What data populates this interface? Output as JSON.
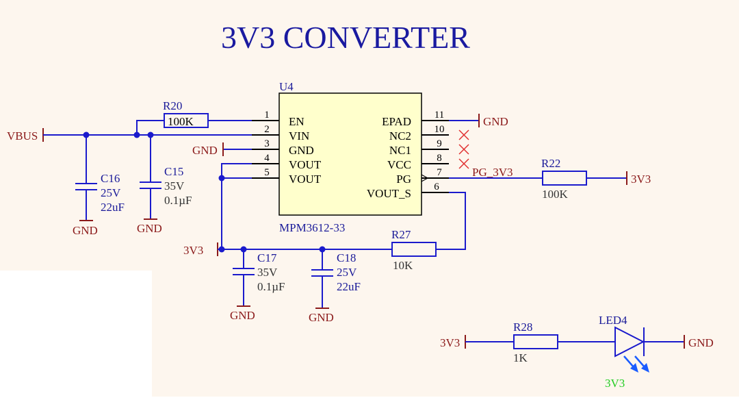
{
  "title": "3V3 CONVERTER",
  "colors": {
    "background": "#fdf6ee",
    "wire": "#1a1acc",
    "power_label": "#8b1a1a",
    "designator": "#1a1a99",
    "ic_fill": "#ffffcc",
    "no_connect": "#e03030",
    "led_text": "#22cc22"
  },
  "ic": {
    "designator": "U4",
    "part": "MPM3612-33",
    "left_pins": [
      {
        "num": "1",
        "name": "EN"
      },
      {
        "num": "2",
        "name": "VIN"
      },
      {
        "num": "3",
        "name": "GND"
      },
      {
        "num": "4",
        "name": "VOUT"
      },
      {
        "num": "5",
        "name": "VOUT"
      }
    ],
    "right_pins": [
      {
        "num": "11",
        "name": "EPAD"
      },
      {
        "num": "10",
        "name": "NC2"
      },
      {
        "num": "9",
        "name": "NC1"
      },
      {
        "num": "8",
        "name": "VCC"
      },
      {
        "num": "7",
        "name": "PG"
      },
      {
        "num": "6",
        "name": "VOUT_S"
      }
    ]
  },
  "nets": {
    "vbus": "VBUS",
    "gnd": "GND",
    "v3v3": "3V3",
    "pg_net": "PG_3V3",
    "led_net": "3V3"
  },
  "resistors": {
    "r20": {
      "ref": "R20",
      "value": "100K"
    },
    "r22": {
      "ref": "R22",
      "value": "100K"
    },
    "r27": {
      "ref": "R27",
      "value": "10K"
    },
    "r28": {
      "ref": "R28",
      "value": "1K"
    }
  },
  "capacitors": {
    "c16": {
      "ref": "C16",
      "voltage": "25V",
      "value": "22uF"
    },
    "c15": {
      "ref": "C15",
      "voltage": "35V",
      "value": "0.1µF"
    },
    "c17": {
      "ref": "C17",
      "voltage": "35V",
      "value": "0.1µF"
    },
    "c18": {
      "ref": "C18",
      "voltage": "25V",
      "value": "22uF"
    }
  },
  "led": {
    "ref": "LED4"
  }
}
